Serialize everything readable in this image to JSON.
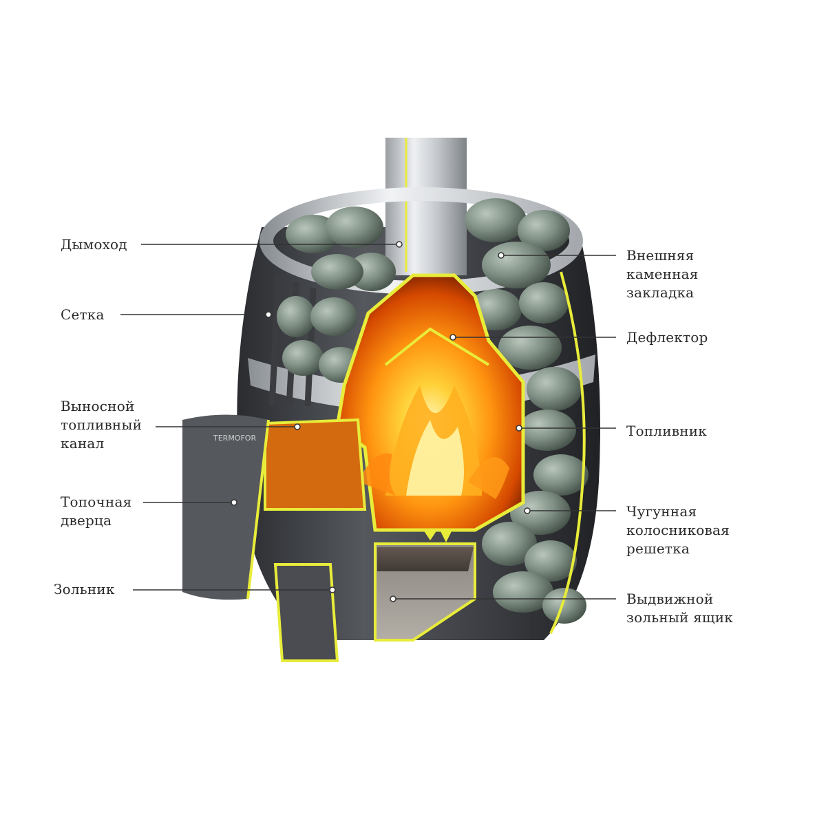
{
  "labels": {
    "chimney": [
      "Дымоход"
    ],
    "mesh": [
      "Сетка"
    ],
    "fuel_channel": [
      "Выносной",
      "топливный",
      "канал"
    ],
    "door": [
      "Топочная",
      "дверца"
    ],
    "ash_pit": [
      "Зольник"
    ],
    "stones": [
      "Внешняя",
      "каменная",
      "закладка"
    ],
    "deflector": [
      "Дефлектор"
    ],
    "firebox": [
      "Топливник"
    ],
    "grate": [
      "Чугунная",
      "колосниковая",
      "решетка"
    ],
    "ash_box": [
      "Выдвижной",
      "зольный ящик"
    ]
  },
  "brand_mark": "TERMOFOR",
  "colors": {
    "body": "#3f4145",
    "steel": "#c9ccd0",
    "stone": "#7c8b80",
    "cut_edge": "#e8ec3a",
    "leader": "#333333",
    "fire_core": "#fff2a0",
    "fire_mid": "#ff9a10",
    "fire_outer": "#d84a00"
  }
}
